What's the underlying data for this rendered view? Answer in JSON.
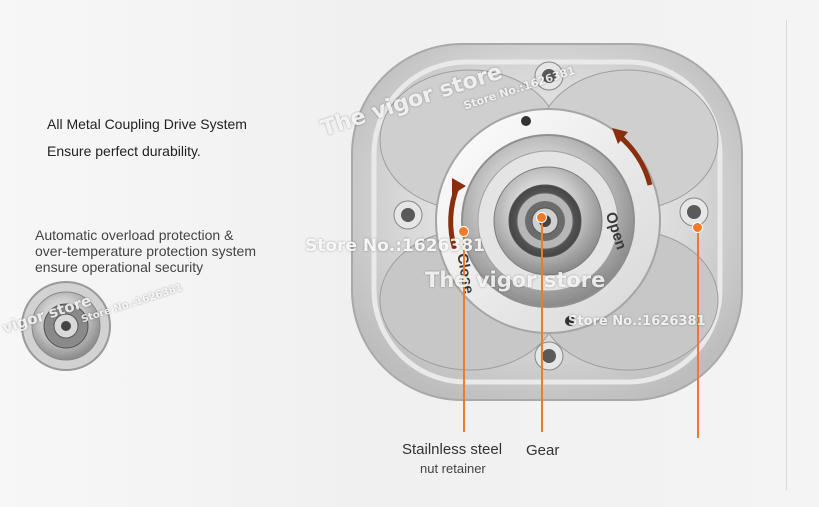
{
  "heading": "All Metal Coupling Drive System",
  "subheading": "Ensure perfect durability.",
  "protection_lines": [
    "Automatic overload protection &",
    "over-temperature protection system",
    " ensure operational security"
  ],
  "labels": {
    "stainless_steel": "Stailnless steel",
    "nut_retainer": "nut retainer",
    "gear": "Gear"
  },
  "rotation_text": {
    "open": "Open",
    "close": "Close"
  },
  "watermarks": {
    "brand_large": "The vigor store",
    "store_number_small": "Store No.:1626381",
    "store_number_mid": "Store No.:1626381",
    "brand_mid": "The vigor store",
    "store_number_right": "Store No.:1626381",
    "brand_left": "vigor store",
    "store_number_left": "Store No.:1626381"
  },
  "colors": {
    "accent": "#f07a2a",
    "background": "#f2f2f2"
  }
}
